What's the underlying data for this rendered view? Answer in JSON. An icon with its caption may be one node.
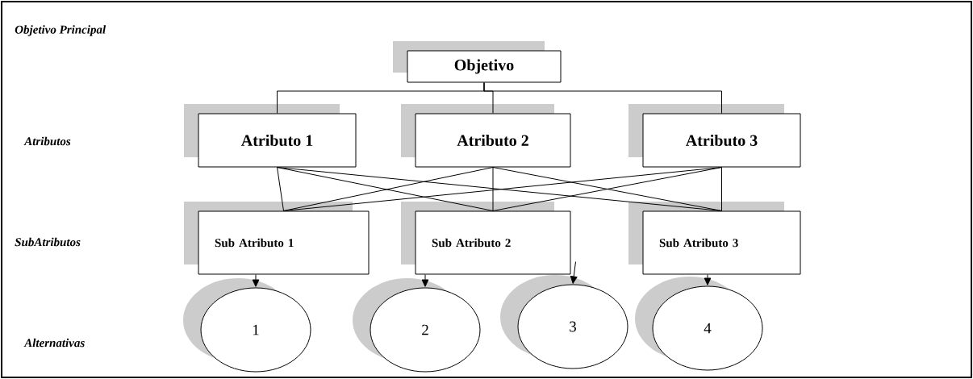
{
  "diagram": {
    "nodes": [
      {
        "text": [
          "Objetivo"
        ]
      },
      {
        "text": [
          "Atributo 1"
        ]
      },
      {
        "text": [
          "Atributo 2"
        ]
      },
      {
        "text": [
          "Atributo 3"
        ]
      },
      {
        "text": [
          "Sub Atributo 1"
        ]
      },
      {
        "text": [
          "Sub Atributo 2"
        ]
      },
      {
        "text": [
          "Sub Atributo 3"
        ]
      },
      {
        "text": [
          "1"
        ]
      },
      {
        "text": [
          "2"
        ]
      },
      {
        "text": [
          "3"
        ]
      },
      {
        "text": [
          "4"
        ]
      }
    ],
    "edges": [
      {
        "from": 0,
        "to": 1,
        "arrow": "none"
      },
      {
        "from": 0,
        "to": 2,
        "arrow": "none"
      },
      {
        "from": 0,
        "to": 3,
        "arrow": "none"
      },
      {
        "from": 1,
        "to": 4,
        "arrow": "none"
      },
      {
        "from": 1,
        "to": 5,
        "arrow": "none"
      },
      {
        "from": 1,
        "to": 6,
        "arrow": "none"
      },
      {
        "from": 2,
        "to": 4,
        "arrow": "none"
      },
      {
        "from": 2,
        "to": 5,
        "arrow": "none"
      },
      {
        "from": 2,
        "to": 6,
        "arrow": "none"
      },
      {
        "from": 3,
        "to": 4,
        "arrow": "none"
      },
      {
        "from": 3,
        "to": 5,
        "arrow": "none"
      },
      {
        "from": 3,
        "to": 6,
        "arrow": "none"
      },
      {
        "from": 4,
        "to": 7,
        "arrow": "to"
      },
      {
        "from": 5,
        "to": 8,
        "arrow": "to"
      },
      {
        "from": 5,
        "to": 9,
        "arrow": "to"
      },
      {
        "from": 6,
        "to": 10,
        "arrow": "to"
      }
    ],
    "labels": [
      "Objetivo Principal",
      "Atributos",
      "SubAtributos",
      "Alternativas"
    ]
  }
}
